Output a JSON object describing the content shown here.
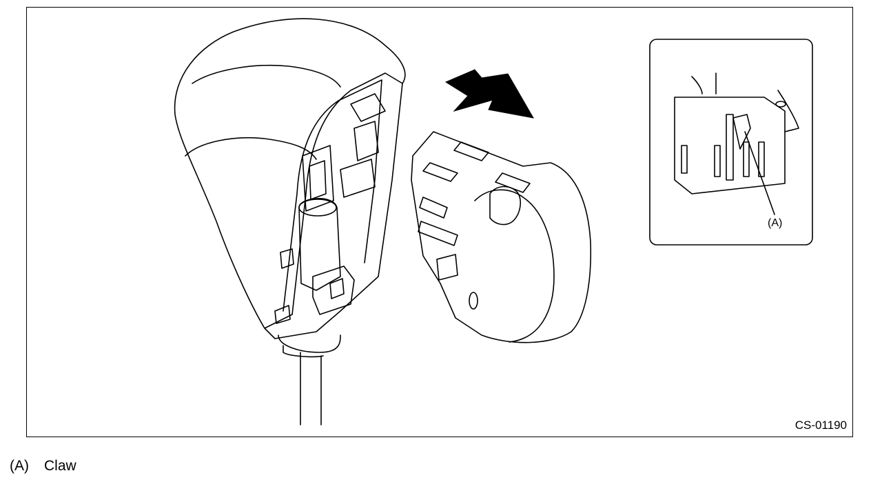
{
  "figure": {
    "code": "CS-01190",
    "inset_callout": "(A)"
  },
  "legend": [
    {
      "key": "(A)",
      "text": "Claw"
    }
  ],
  "colors": {
    "line": "#000000",
    "background": "#ffffff",
    "arrow_fill": "#000000"
  }
}
